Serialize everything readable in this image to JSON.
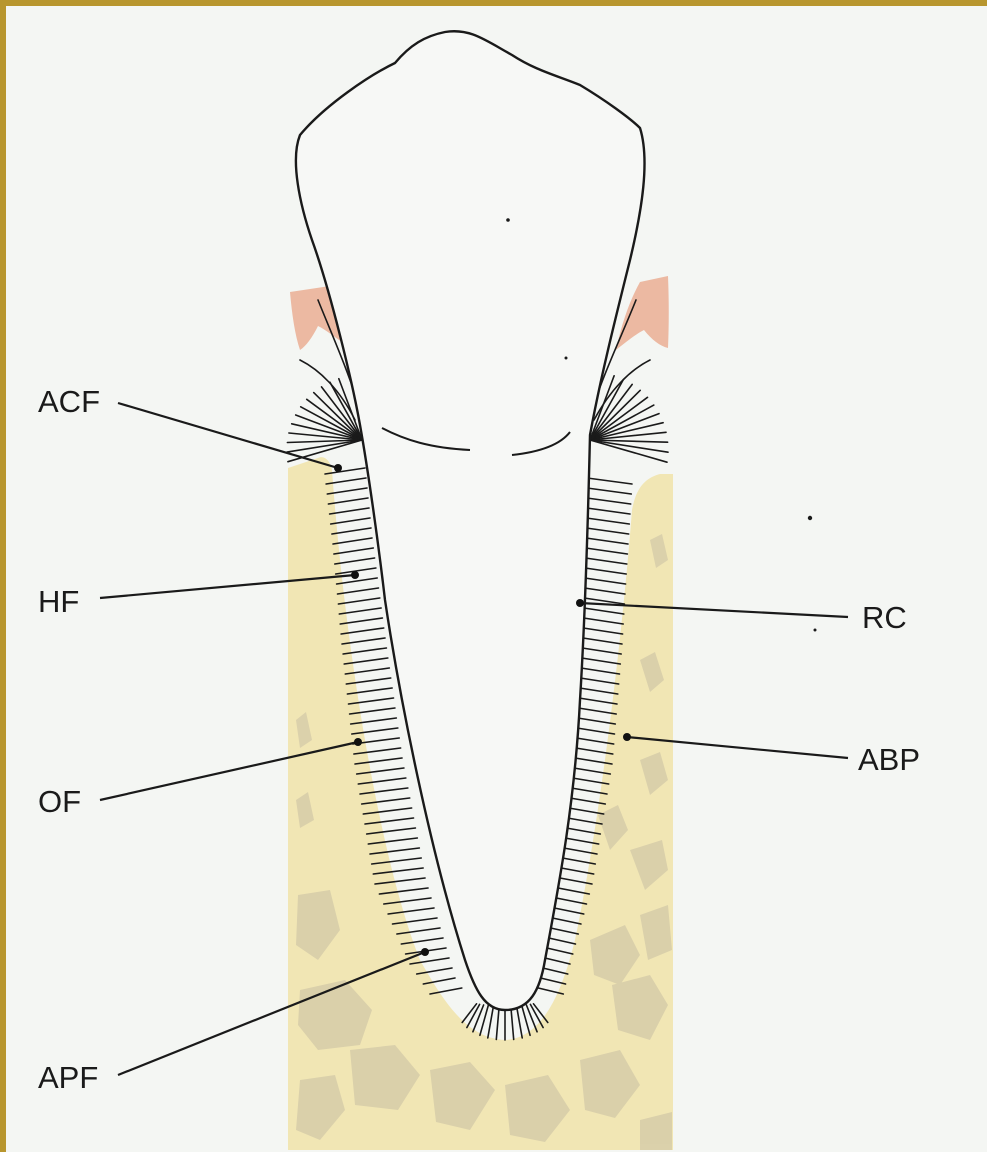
{
  "labels": {
    "acf": "ACF",
    "hf": "HF",
    "of": "OF",
    "apf": "APF",
    "rc": "RC",
    "abp": "ABP"
  },
  "colors": {
    "frame": "#b8962e",
    "paper": "#f4f6f3",
    "bone": "#f1e6b4",
    "trabecular_bone": "#d8ceaa",
    "gingiva": "#ecb9a2",
    "outline": "#1a1a1a"
  }
}
